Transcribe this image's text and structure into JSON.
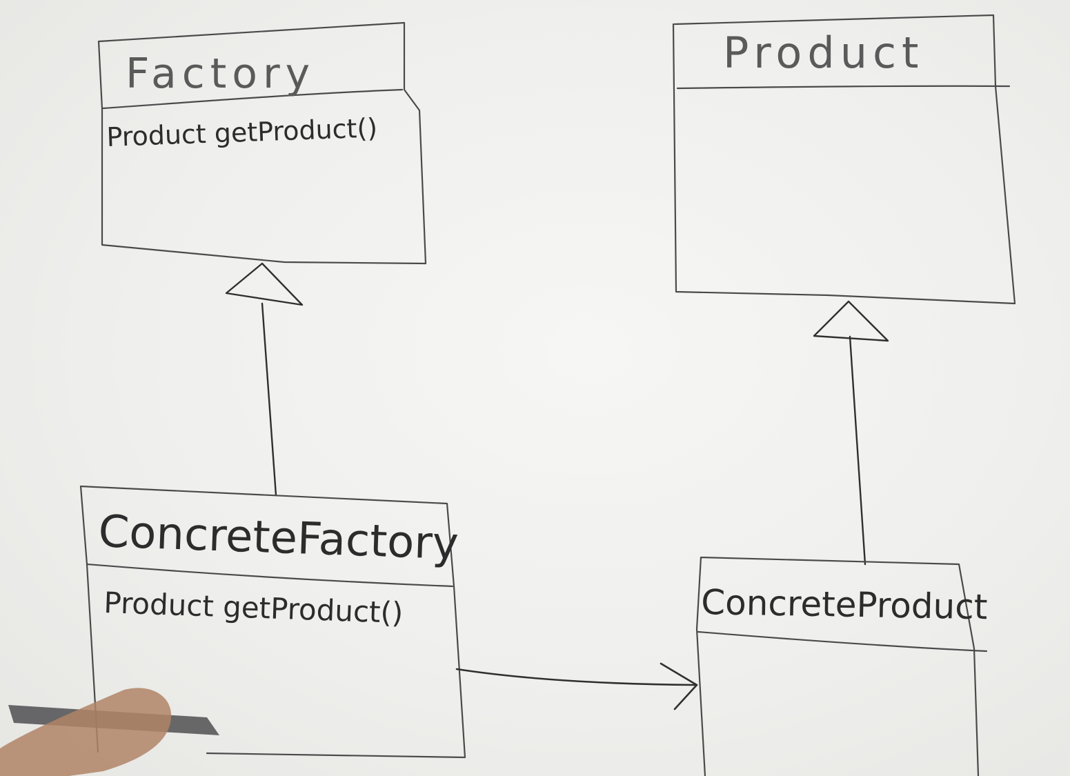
{
  "diagram": {
    "factory": {
      "name": "Factory",
      "method": "Product getProduct()"
    },
    "product": {
      "name": "Product"
    },
    "concrete_factory": {
      "name": "ConcreteFactory",
      "method": "Product getProduct()"
    },
    "concrete_product": {
      "name": "ConcreteProduct"
    },
    "relations": [
      {
        "from": "ConcreteFactory",
        "to": "Factory",
        "kind": "inheritance"
      },
      {
        "from": "ConcreteProduct",
        "to": "Product",
        "kind": "inheritance"
      },
      {
        "from": "ConcreteFactory",
        "to": "ConcreteProduct",
        "kind": "association"
      }
    ],
    "colors": {
      "board": "#efefed",
      "ink": "#3a3a3a"
    }
  }
}
